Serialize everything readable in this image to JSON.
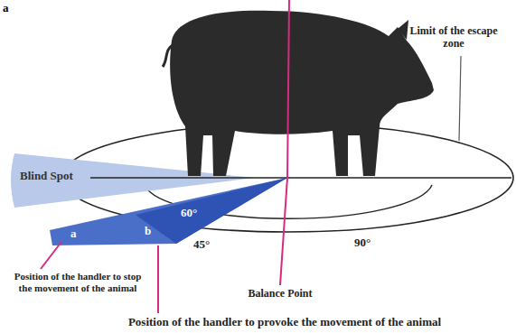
{
  "diagram": {
    "labels": [
      "a",
      "Limit of the escape zone",
      "Blind Spot",
      "60°",
      "a",
      "b",
      "45°",
      "90°",
      "Position of the handler to stop the movement of the animal",
      "Balance Point",
      "Position of the handler to provoke the movement of the animal"
    ]
  }
}
